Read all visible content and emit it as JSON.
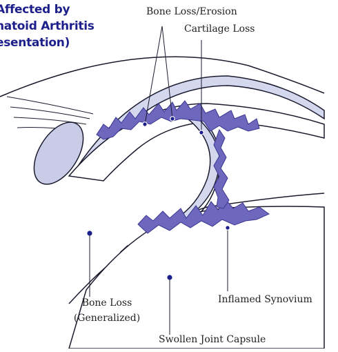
{
  "title": {
    "line1": "Affected by",
    "line2": "natoid Arthritis",
    "line3": "esentation)"
  },
  "labels": {
    "bone_loss_erosion": "Bone Loss/Erosion",
    "cartilage_loss": "Cartilage Loss",
    "bone_loss_line1": "Bone Loss",
    "bone_loss_line2": "(Generalized)",
    "inflamed_synovium": "Inflamed Synovium",
    "swollen_joint_capsule": "Swollen Joint Capsule"
  },
  "colors": {
    "synovium": "#6d68bd",
    "capsule_fill": "#d4d8ee",
    "outline": "#1a1a2e",
    "title": "#1d1f8a",
    "marker": "#1d1f8a"
  }
}
